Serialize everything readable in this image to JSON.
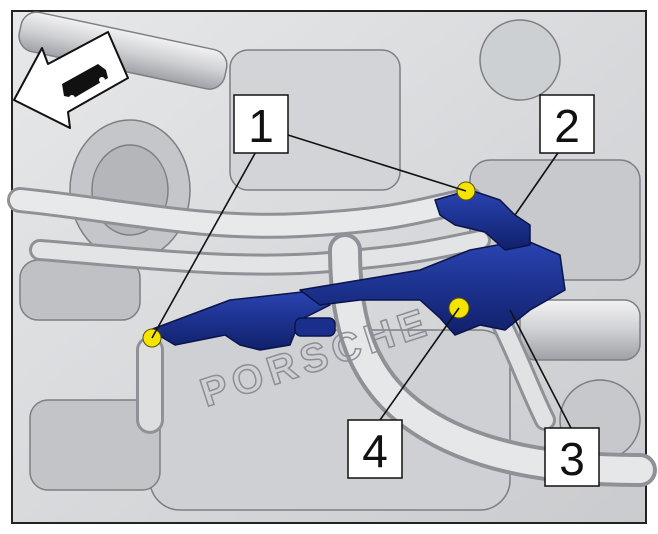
{
  "figure": {
    "callouts": [
      {
        "id": "1",
        "label": "1"
      },
      {
        "id": "2",
        "label": "2"
      },
      {
        "id": "3",
        "label": "3"
      },
      {
        "id": "4",
        "label": "4"
      }
    ],
    "engraving": "PORSCHE",
    "colors": {
      "part": "#1a2f8c",
      "part_dark": "#0f1c5e",
      "fastener": "#f4e400",
      "background": "#d9dadc",
      "line": "#111111"
    },
    "direction_icon": "car-direction-arrow-icon"
  }
}
